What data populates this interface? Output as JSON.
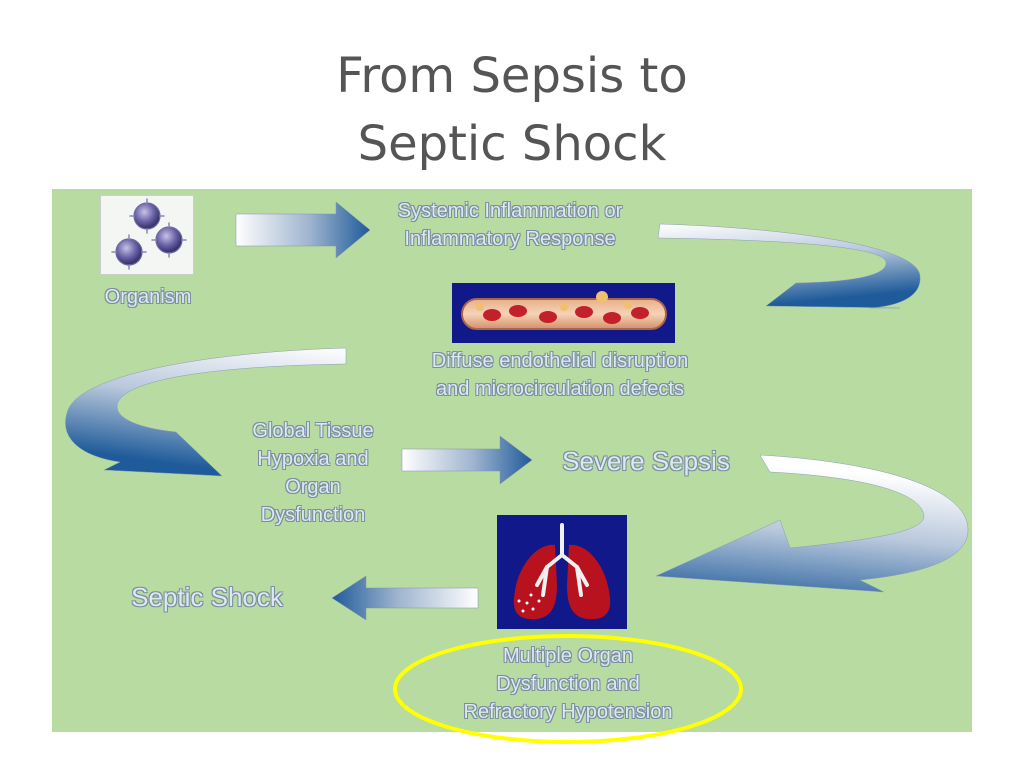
{
  "title": {
    "line1": "From Sepsis to",
    "line2": "Septic Shock"
  },
  "nodes": {
    "organism": "Organism",
    "systemic_line1": "Systemic Inflammation or",
    "systemic_line2": "Inflammatory Response",
    "endothelial_line1": "Diffuse endothelial disruption",
    "endothelial_line2": "and microcirculation defects",
    "hypoxia_line1": "Global Tissue",
    "hypoxia_line2": "Hypoxia and",
    "hypoxia_line3": "Organ",
    "hypoxia_line4": "Dysfunction",
    "severe_sepsis": "Severe Sepsis",
    "septic_shock": "Septic Shock",
    "mods_line1": "Multiple Organ",
    "mods_line2": "Dysfunction and",
    "mods_line3": "Refractory Hypotension"
  },
  "icons": {
    "organism": "bacteria-icon",
    "vessel": "blood-vessel-icon",
    "lungs": "lungs-icon"
  },
  "colors": {
    "panel": "#b8dba2",
    "arrow_dark": "#1f5b9a",
    "arrow_light": "#ffffff",
    "highlight": "#ffff00",
    "title": "#555555"
  }
}
